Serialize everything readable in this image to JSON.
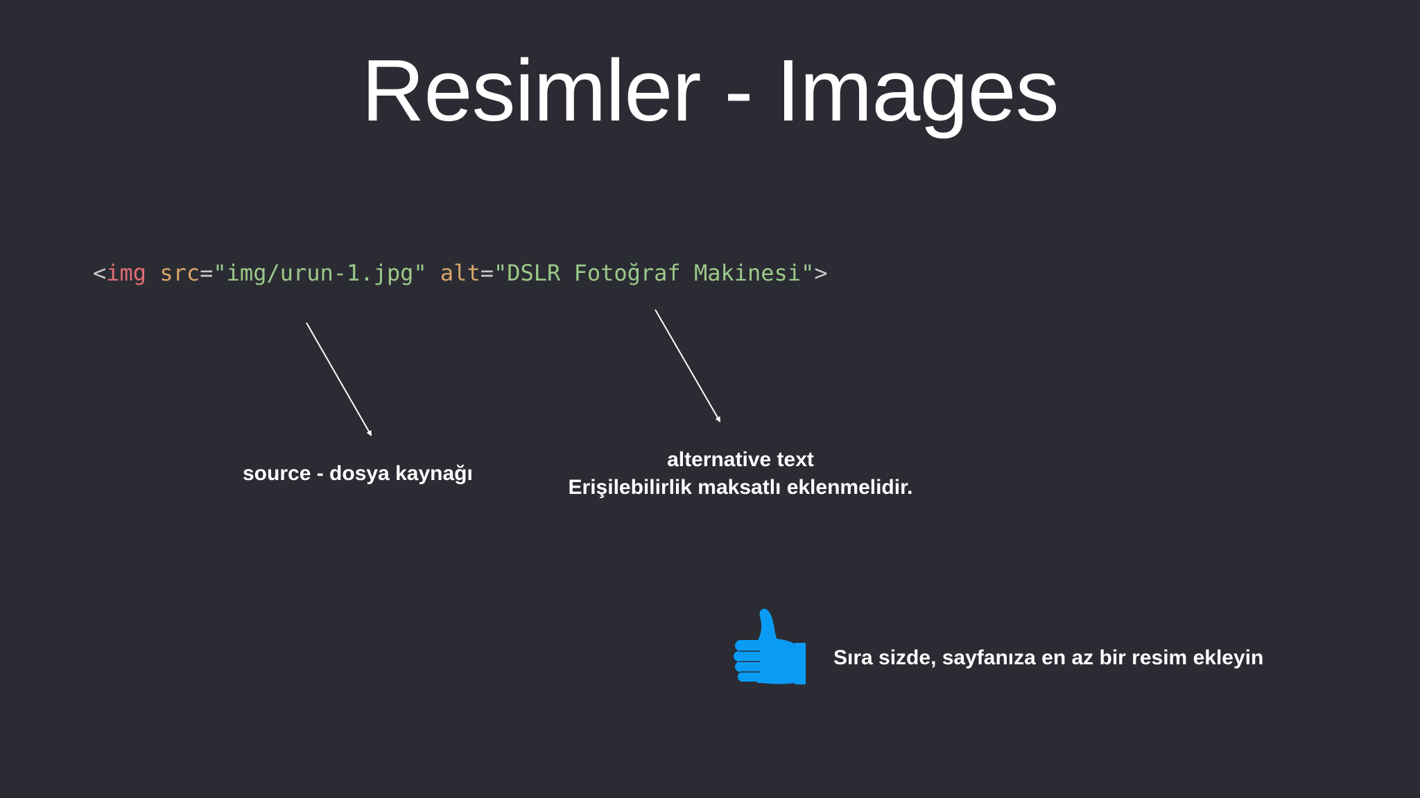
{
  "slide": {
    "title": "Resimler - Images"
  },
  "code": {
    "open": "<",
    "tag": "img",
    "space1": " ",
    "attr_src": "src",
    "eq1": "=",
    "src_value": "\"img/urun-1.jpg\"",
    "space2": " ",
    "attr_alt": "alt",
    "eq2": "=",
    "alt_value": "\"DSLR Fotoğraf Makinesi\"",
    "close": ">"
  },
  "annotations": {
    "src_label": "source - dosya kaynağı",
    "alt_label_line1": "alternative text",
    "alt_label_line2": "Erişilebilirlik maksatlı eklenmelidir."
  },
  "call_to_action": {
    "icon": "thumbs-up-icon",
    "text": "Sıra sizde, sayfanıza en az bir resim ekleyin"
  },
  "colors": {
    "background": "#2b2c33",
    "tag": "#e06c75",
    "attribute": "#d9a56b",
    "string": "#9cc98a",
    "punctuation": "#c8c9cc",
    "accent_icon": "#0a9cf5"
  }
}
